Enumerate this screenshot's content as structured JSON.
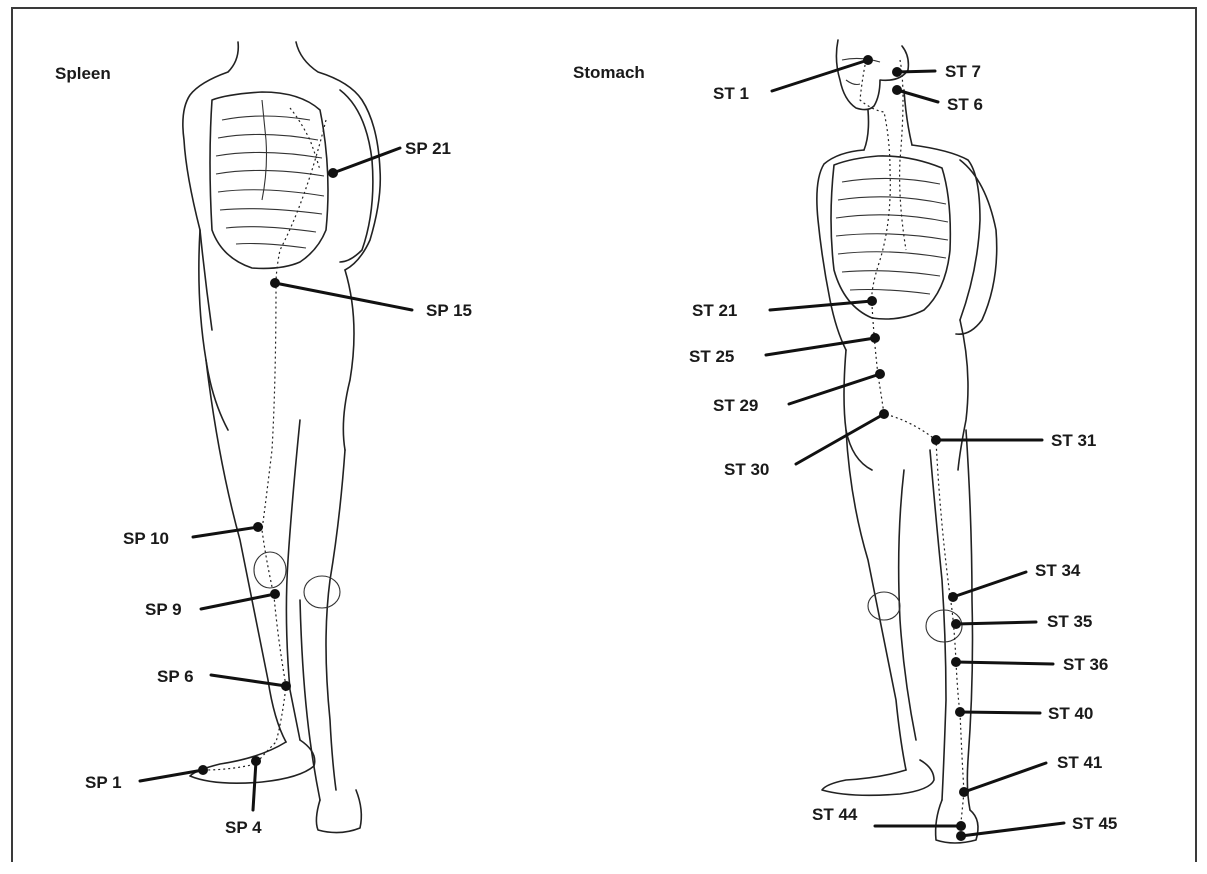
{
  "panels": [
    {
      "title": "Spleen",
      "points": [
        "SP 21",
        "SP 15",
        "SP 10",
        "SP 9",
        "SP 6",
        "SP 1",
        "SP 4"
      ]
    },
    {
      "title": "Stomach",
      "points": [
        "ST 1",
        "ST 7",
        "ST 6",
        "ST 21",
        "ST 25",
        "ST 29",
        "ST 30",
        "ST 31",
        "ST 34",
        "ST 35",
        "ST 36",
        "ST 40",
        "ST 41",
        "ST 44",
        "ST 45"
      ]
    }
  ]
}
